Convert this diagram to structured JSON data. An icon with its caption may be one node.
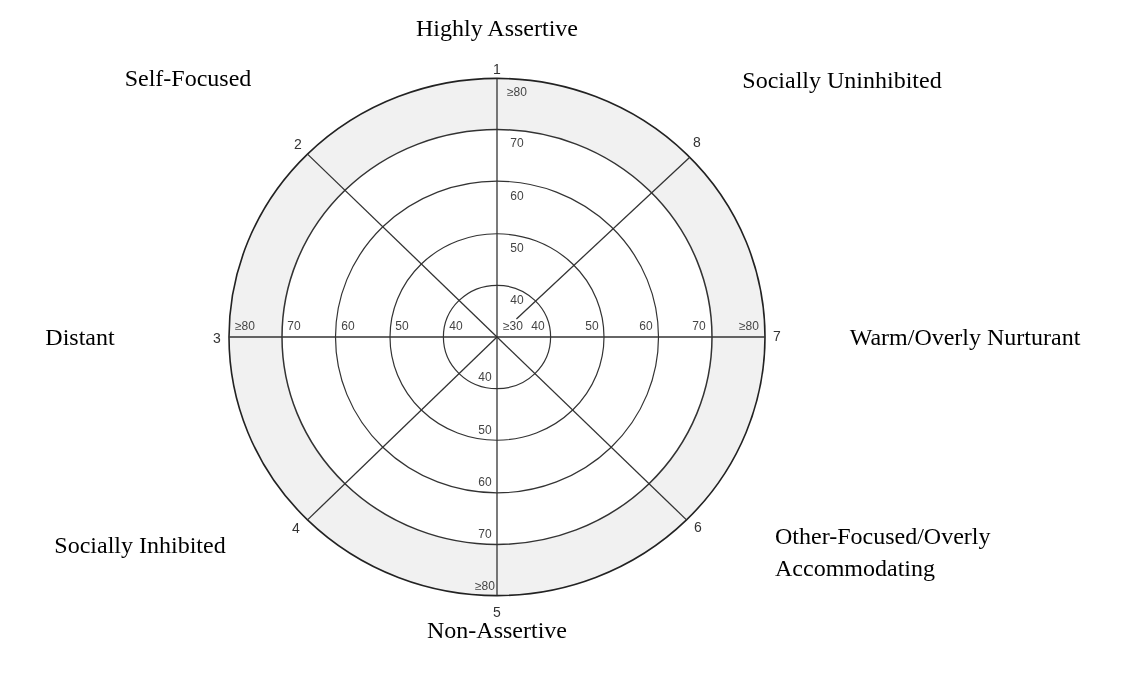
{
  "diagram": {
    "labels": [
      "Highly Assertive",
      "1",
      "Self-Focused",
      "≥80",
      "Socially Uninhibited",
      "2",
      "70",
      "8",
      "60",
      "50",
      "40",
      "Distant",
      "3",
      "≥80",
      "70",
      "60",
      "50",
      "40",
      "≥30",
      "40",
      "50",
      "60",
      "70",
      "≥80",
      "7",
      "Warm/Overly Nurturant",
      "40",
      "50",
      "60",
      "4",
      "70",
      "6",
      "Socially Inhibited",
      "≥80",
      "Other-Focused/Overly Accommodating",
      "5",
      "Non-Assertive"
    ]
  }
}
